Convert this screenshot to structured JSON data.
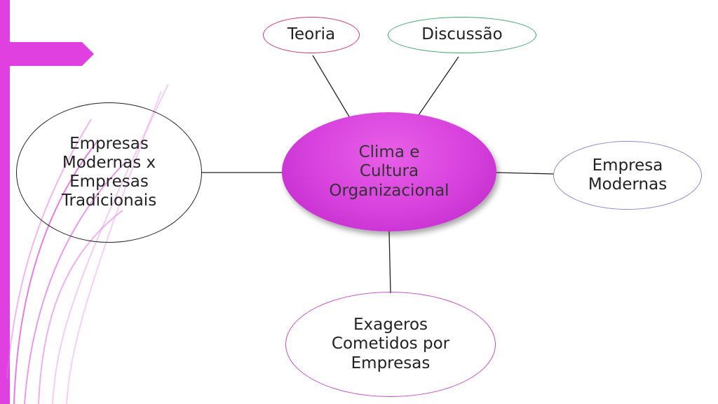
{
  "theme": {
    "accent": "#e040e0",
    "accent_dark": "#c21fc8"
  },
  "diagram": {
    "center": {
      "text": "Clima e\nCultura\nOrganizacional",
      "color": "#d640dd"
    },
    "nodes": [
      {
        "id": "teoria",
        "text": "Teoria",
        "border": "#d0387a"
      },
      {
        "id": "discussao",
        "text": "Discussão",
        "border": "#3fa66b"
      },
      {
        "id": "empresas-modernas-x-tradicionais",
        "text": "Empresas\nModernas x\nEmpresas\nTradicionais",
        "border": "#222222"
      },
      {
        "id": "empresa-modernas",
        "text": "Empresa\nModernas",
        "border": "#8b84d6"
      },
      {
        "id": "exageros",
        "text": "Exageros\nCometidos por\nEmpresas",
        "border": "#c24fc4"
      }
    ]
  }
}
